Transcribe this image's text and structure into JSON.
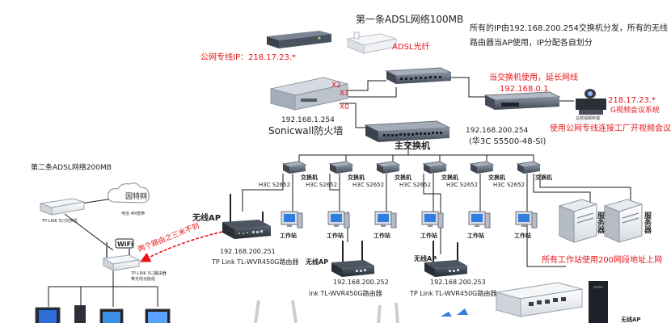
{
  "colors": {
    "red": "#e8141a",
    "black": "#222222",
    "device": "#4a5568",
    "line": "#1a1a1a"
  },
  "header": {
    "title": "第一条ADSL网络100MB",
    "note_line1": "所有的IP由192.168.200.254交换机分发，所有的无线",
    "note_line2": "路由器当AP使用，IP分配各自划分"
  },
  "top": {
    "public_ip": "公网专线IP：218.17.23.*",
    "adsl_modem": "ADSL光纤",
    "port_x2": "X2",
    "port_x1": "X1",
    "port_x0": "X0",
    "firewall_ip": "192.168.1.254",
    "firewall_name": "Sonicwall防火墙"
  },
  "extend_switch": {
    "note": "当交换机使用，延长网线",
    "ip": "192.168.0.1"
  },
  "video_conf": {
    "ip": "218.17.23.*",
    "name": "G视频会议系统",
    "tiny_label": "总部视频终端",
    "note": "使用公网专线连接工厂开视频会议"
  },
  "core_switch": {
    "ip": "192.168.200.254",
    "model": "(华3C S5500-48-SI)",
    "name": "主交换机"
  },
  "second_adsl": {
    "title": "第二条ADSL网络200MB",
    "internet": "因特网",
    "isp": "电信 4M宽带",
    "tplink_switch": "TP-LINK 5口交换机",
    "wifi": "WiFi",
    "tplink_router_l1": "TP-LINK 5口路由器",
    "tplink_router_l2": "带无线功能组",
    "arrow_note": "两个路由之三米不到"
  },
  "access_switches": [
    {
      "label": "交换机",
      "model": "H3C S2652"
    },
    {
      "label": "交换机",
      "model": "H3C S2652"
    },
    {
      "label": "交换机",
      "model": "H3C S2652"
    },
    {
      "label": "交换机",
      "model": "H3C S2652"
    },
    {
      "label": "交换机",
      "model": "H3C S2652"
    },
    {
      "label": "交换机",
      "model": "H3C S2652"
    }
  ],
  "workstation_label": "工作站",
  "server_label": "服务器",
  "wireless_aps": [
    {
      "tag": "无线AP",
      "ip": "192.168.200.251",
      "model": "TP Link TL-WVR450G路由器"
    },
    {
      "tag": "无线AP",
      "ip": "192.168.200.252",
      "model": "ink TL-WVR450G路由器"
    },
    {
      "tag": "无线AP",
      "ip": "192.168.200.253",
      "model": "TP Link TL-WVR450G路由器"
    }
  ],
  "footer": {
    "all_stations_note": "所有工作站使用200网段地址上网",
    "bottom_ap": "无线AP"
  }
}
